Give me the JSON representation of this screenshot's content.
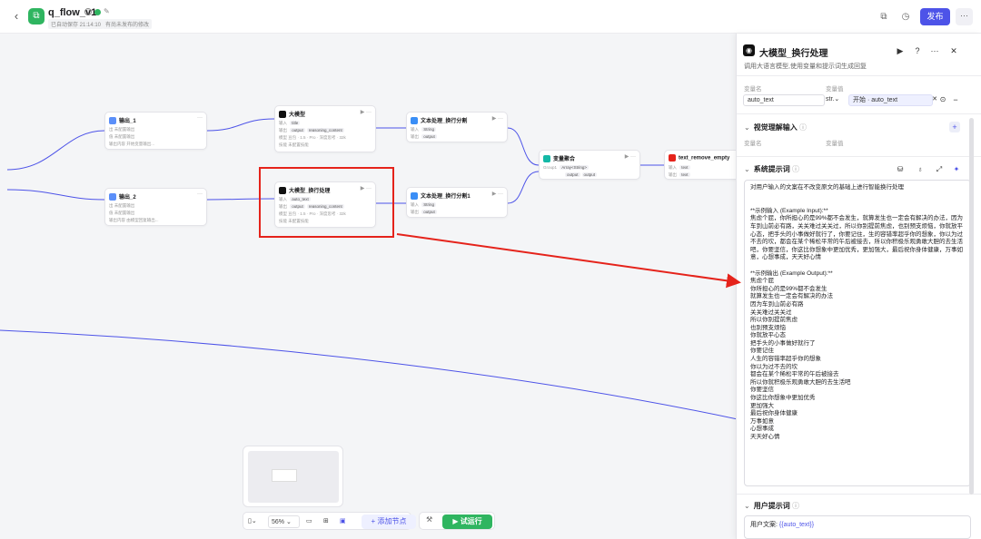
{
  "topbar": {
    "title": "q_flow_v1",
    "save_info": "已自动保存 21:14:10",
    "unpublished": "有尚未发布的修改",
    "publish_label": "发布"
  },
  "nodes": {
    "out1": {
      "title": "输出_1",
      "rows": [
        "出 未配置输出",
        "值 未配置输出",
        "输出内容 开始变量输出..."
      ]
    },
    "out2": {
      "title": "输出_2",
      "rows": [
        "出 未配置输出",
        "值 未配置输出",
        "输出内容 由模型回复输出..."
      ]
    },
    "llm1": {
      "title": "大模型",
      "input_tag": "title",
      "out_tag1": "output",
      "out_tag2": "reasoning_content",
      "model": "豆包 · 1.5 · Pro · 深度思考 · 32k",
      "skill": "技能 未配置技能"
    },
    "llm2": {
      "title": "大模型_换行处理",
      "input_tag": "auto_text",
      "out_tag1": "output",
      "out_tag2": "reasoning_content",
      "model": "豆包 · 1.5 · Pro · 深度思考 · 32k",
      "skill": "技能 未配置技能"
    },
    "text1": {
      "title": "文本处理_换行分割",
      "tag1": "String",
      "tag2": "output"
    },
    "text2": {
      "title": "文本处理_换行分割1",
      "tag1": "String",
      "tag2": "output"
    },
    "merge": {
      "title": "变量聚合",
      "tag1": "Array<String>",
      "tag2": "output",
      "tag3": "output"
    },
    "end": {
      "title": "text_remove_empty",
      "tag1": "text",
      "tag2": "text"
    }
  },
  "bottombar": {
    "zoom": "56%",
    "add_node": "添加节点",
    "run": "试运行"
  },
  "panel": {
    "title": "大模型_换行处理",
    "desc": "调用大语言模型,使用变量和提示词生成回复",
    "var_name_label": "变量名",
    "var_value_label": "变量值",
    "var_name": "auto_text",
    "var_type": "str.",
    "var_ref": "开始 · auto_text",
    "vision_title": "视觉理解输入",
    "vision_name_label": "变量名",
    "vision_value_label": "变量值",
    "system_title": "系统提示词",
    "system_prompt": "对用户输入的文案在不改变原文的基础上进行智能换行处理\n\n\n**示例输入 (Example Input):**\n焦虑个屁，你所担心的是99%都不会发生，就算发生也一定会有解决的办法，因为车到山前必有路，关关难过关关过，所以你别提前焦虑，也别预支烦恼，你就放平心态，把手头的小事做好就行了，你要记住，生的容错率超乎你的想象，你以为过不去的坎，都会在某个稀松平常的午后被接去，所以你积极乐观勇敢大胆的去生活吧，你要坚信，你这比你想象中更加优秀，更加强大，最后祝你身体健康，万事如意，心想事成，天天好心情\n\n**示例输出 (Example Output):**\n焦虑个屁\n你所担心的是99%都不会发生\n就算发生也一定会有解决的办法\n因为车到山前必有路\n关关难过关关过\n所以你别提前焦虑\n也别预支烦恼\n你就放平心态\n把手头的小事做好就行了\n你要记住\n人生的容错率超乎你的想象\n你以为过不去的坎\n都会在某个稀松平常的午后被接去\n所以你就积极乐观勇敢大胆的去生活吧\n你要坚信\n你这比你想象中更加优秀\n更加强大\n最后祝你身体健康\n万事如意\n心想事成\n天天好心情",
    "user_title": "用户提示词",
    "user_prefix": "用户文案:",
    "user_var": "{{auto_text}}"
  },
  "colors": {
    "accent": "#4d53e8",
    "run": "#2fb560",
    "highlight": "#e5231b"
  }
}
